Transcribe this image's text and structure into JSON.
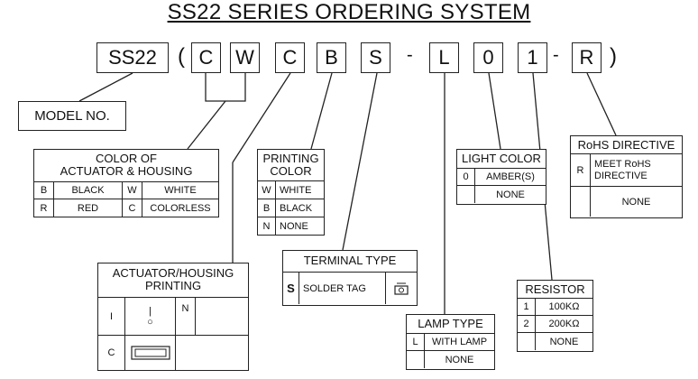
{
  "title": "SS22 SERIES ORDERING SYSTEM",
  "code": {
    "prefix": "SS22",
    "open_paren": "(",
    "close_paren": ")",
    "dash": "-",
    "boxes": [
      "C",
      "W",
      "C",
      "B",
      "S",
      "L",
      "0",
      "1",
      "R"
    ]
  },
  "model_no": "MODEL NO.",
  "color_table": {
    "header": [
      "COLOR OF",
      "ACTUATOR & HOUSING"
    ],
    "rows": [
      {
        "code1": "B",
        "name1": "BLACK",
        "code2": "W",
        "name2": "WHITE"
      },
      {
        "code1": "R",
        "name1": "RED",
        "code2": "C",
        "name2": "COLORLESS"
      }
    ]
  },
  "printing_color": {
    "header": [
      "PRINTING",
      "COLOR"
    ],
    "rows": [
      {
        "code": "W",
        "name": "WHITE"
      },
      {
        "code": "B",
        "name": "BLACK"
      },
      {
        "code": "N",
        "name": "NONE"
      }
    ]
  },
  "actuator_printing": {
    "header": [
      "ACTUATOR/HOUSING",
      "PRINTING"
    ],
    "row1": {
      "code1": "I",
      "symbol_top": "|",
      "symbol_bottom": "○",
      "code2": "N"
    },
    "row2": {
      "code": "C"
    }
  },
  "terminal_type": {
    "header": "TERMINAL TYPE",
    "row": {
      "code": "S",
      "name": "SOLDER TAG"
    }
  },
  "light_color": {
    "header": "LIGHT COLOR",
    "rows": [
      {
        "code": "0",
        "name": "AMBER(S)"
      },
      {
        "code": "",
        "name": "NONE"
      }
    ]
  },
  "lamp_type": {
    "header": "LAMP TYPE",
    "rows": [
      {
        "code": "L",
        "name": "WITH LAMP"
      },
      {
        "code": "",
        "name": "NONE"
      }
    ]
  },
  "resistor": {
    "header": "RESISTOR",
    "rows": [
      {
        "code": "1",
        "name": "100KΩ"
      },
      {
        "code": "2",
        "name": "200KΩ"
      },
      {
        "code": "",
        "name": "NONE"
      }
    ]
  },
  "rohs": {
    "header": "RoHS DIRECTIVE",
    "rows": [
      {
        "code": "R",
        "name_line1": "MEET RoHS",
        "name_line2": "DIRECTIVE"
      },
      {
        "code": "",
        "name_line1": "NONE",
        "name_line2": ""
      }
    ]
  }
}
